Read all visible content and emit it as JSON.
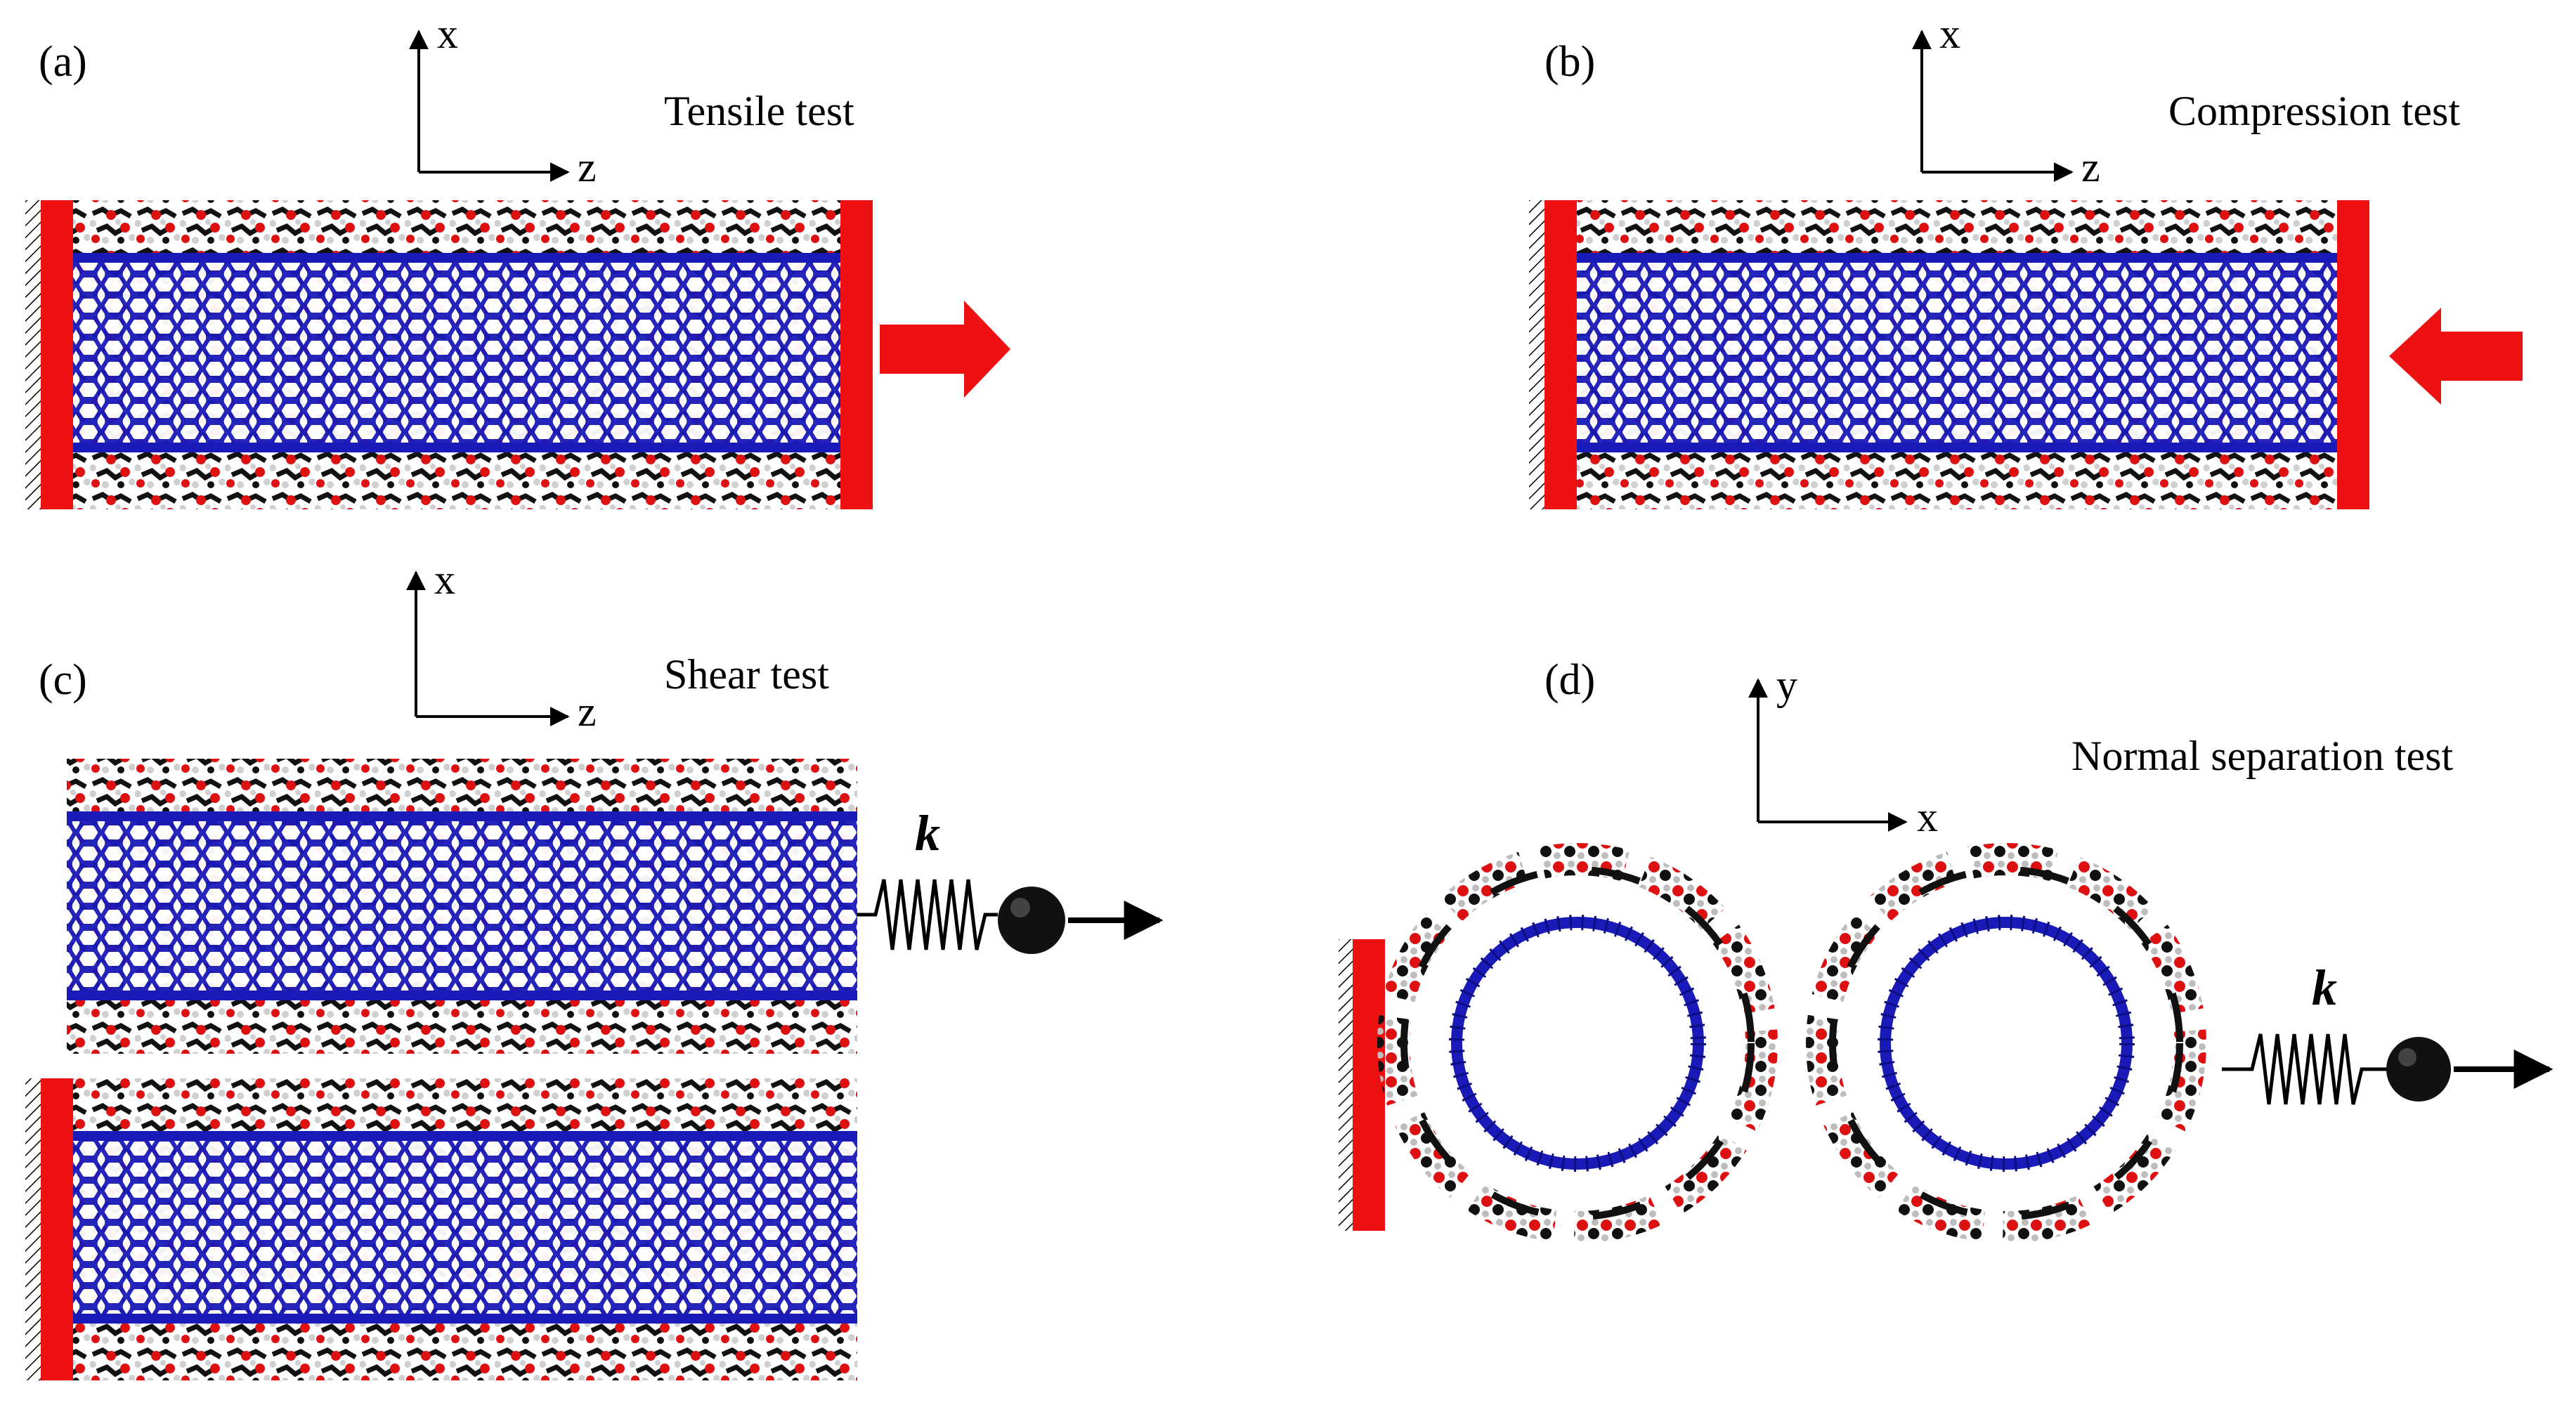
{
  "panels": [
    {
      "label": "(a)",
      "title": "Tensile test",
      "axes": {
        "vertical": "x",
        "horizontal": "z"
      }
    },
    {
      "label": "(b)",
      "title": "Compression test",
      "axes": {
        "vertical": "x",
        "horizontal": "z"
      }
    },
    {
      "label": "(c)",
      "title": "Shear test",
      "axes": {
        "vertical": "x",
        "horizontal": "z"
      },
      "spring_label": "k"
    },
    {
      "label": "(d)",
      "title": "Normal separation test",
      "axes": {
        "vertical": "y",
        "horizontal": "x"
      },
      "spring_label": "k"
    }
  ],
  "colors": {
    "clamp": "#ee1111",
    "nanotube": "#1a1ab8",
    "carbon": "#111111",
    "oxygen": "#dd1111",
    "hydrogen": "#e8e8e8",
    "arrow_black": "#000000"
  }
}
